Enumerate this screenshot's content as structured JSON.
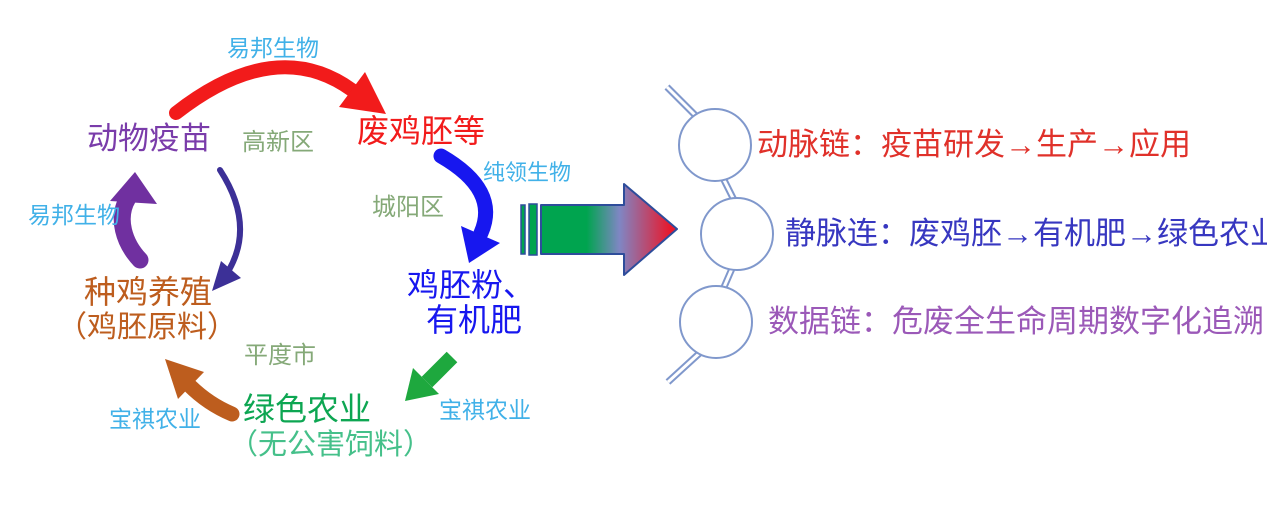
{
  "palette": {
    "node_vaccine_purple": "#7a3caa",
    "node_waste_red": "#f21b1b",
    "node_powder_blue": "#1717ef",
    "node_agri_green": "#0da652",
    "node_agri_green_light": "#45c08a",
    "node_breeding_brown": "#bd5d1e",
    "company_cyan": "#41b1e8",
    "district_sage": "#85a978",
    "arrow_indigo_thin": "#3c3097",
    "arrow_purple": "#7030a0",
    "gradient_start_green": "#00a44f",
    "gradient_mid_slate": "#7f86c4",
    "gradient_end_red": "#e8192c",
    "gradient_outline": "#2e4d9b",
    "chain_circle_outline": "#8098cc",
    "artery_text_red": "#e0312a",
    "vein_text_blue": "#3737c0",
    "data_text_purple": "#9b59b8"
  },
  "cycle": {
    "nodes": {
      "vaccine": {
        "label": "动物疫苗"
      },
      "waste_embryo": {
        "label": "废鸡胚等"
      },
      "embryo_powder": {
        "line1": "鸡胚粉、",
        "line2": "有机肥"
      },
      "green_agriculture": {
        "line1": "绿色农业",
        "line2": "（无公害饲料）"
      },
      "breeding": {
        "line1": "种鸡养殖",
        "line2": "（鸡胚原料）"
      }
    },
    "company_labels": {
      "yibang_top": "易邦生物",
      "yibang_left": "易邦生物",
      "chunling": "纯领生物",
      "baoqi_left": "宝祺农业",
      "baoqi_right": "宝祺农业"
    },
    "district_labels": {
      "gaoxin": "高新区",
      "chengyang": "城阳区",
      "pingdu": "平度市"
    }
  },
  "chains": {
    "artery": "动脉链：疫苗研发→生产→应用",
    "vein": "静脉连：废鸡胚→有机肥→绿色农业",
    "data": "数据链：危废全生命周期数字化追溯"
  }
}
